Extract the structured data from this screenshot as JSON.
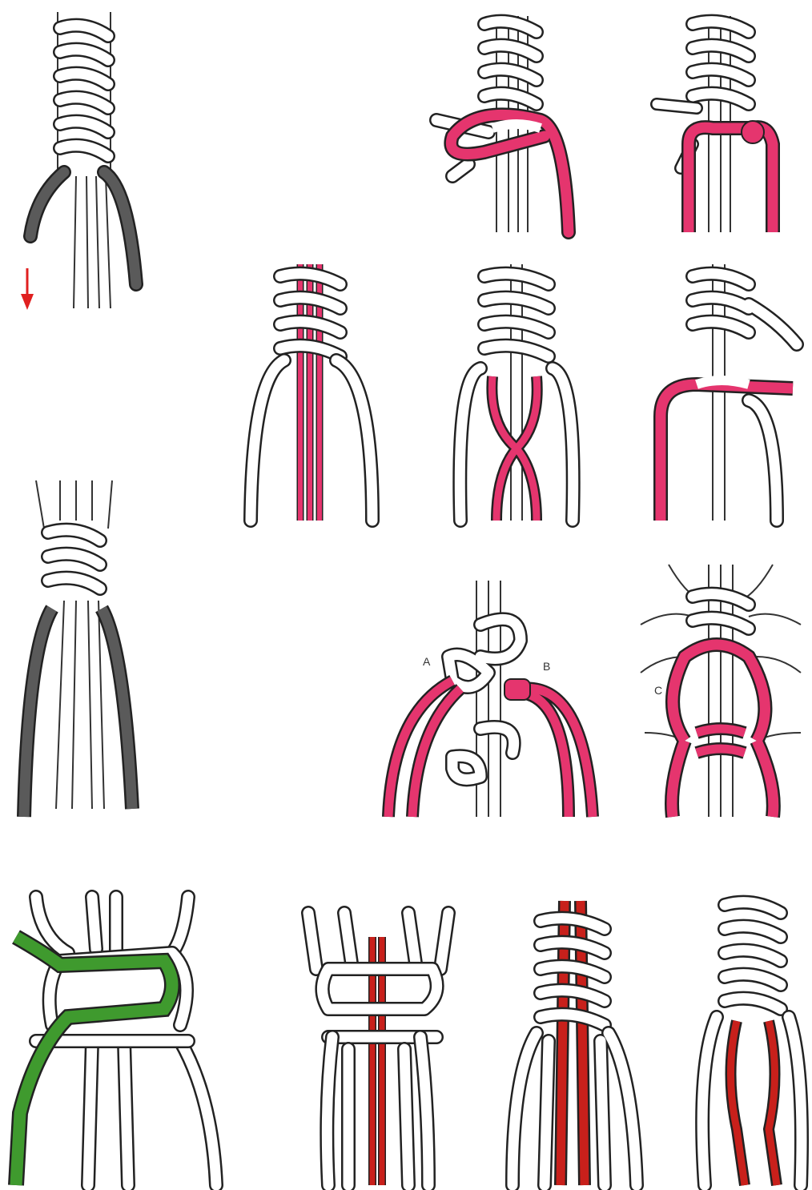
{
  "colors": {
    "background": "#ffffff",
    "outline": "#222222",
    "dark_cord": "#5a5a5a",
    "pink_cord": "#e5356e",
    "green_cord": "#3f9a2e",
    "red_cord": "#c8201b",
    "arrow": "#e02020"
  },
  "panels": [
    {
      "id": "p1",
      "accent": "dark",
      "icon": "down-arrow-icon"
    },
    {
      "id": "p2",
      "accent": "pink"
    },
    {
      "id": "p3",
      "accent": "pink"
    },
    {
      "id": "p4",
      "accent": "pink"
    },
    {
      "id": "p5",
      "accent": "pink"
    },
    {
      "id": "p6",
      "accent": "pink"
    },
    {
      "id": "p7",
      "accent": "dark"
    },
    {
      "id": "p8",
      "accent": "pink",
      "labels": [
        "A",
        "B"
      ]
    },
    {
      "id": "p9",
      "accent": "pink",
      "labels": [
        "C"
      ]
    },
    {
      "id": "p10",
      "accent": "green"
    },
    {
      "id": "p11",
      "accent": "red"
    },
    {
      "id": "p12",
      "accent": "red"
    },
    {
      "id": "p13",
      "accent": "red"
    }
  ],
  "labels": {
    "a": "A",
    "b": "B",
    "c": "C"
  }
}
